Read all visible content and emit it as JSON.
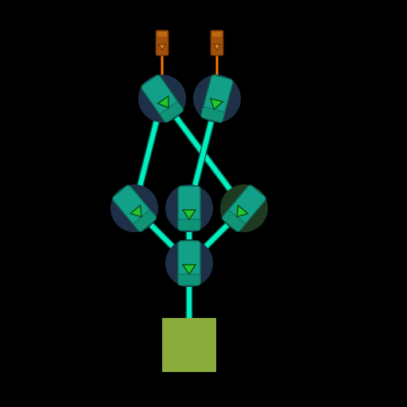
{
  "colors": {
    "background": "#000000",
    "pipe": "#00f0c0",
    "pipe_outline": "#0a5a4a",
    "source_pipe": "#ff7a00",
    "source_body": "#a0500a",
    "source_arrow": "#e08a20",
    "node_disc": "#1e3048",
    "node_disc_alt": "#1e3a20",
    "node_body": "#13a088",
    "node_body_edge": "#0b6a58",
    "node_arrow": "#22c830",
    "node_arrow_edge": "#0a5010",
    "sink": "#8aac3c"
  },
  "icons": {
    "source": "source-emitter-icon",
    "splitter": "splitter-node-icon",
    "sink": "sink-block-icon",
    "arrow": "triangle-arrow-icon"
  },
  "board": {
    "sources": [
      {
        "id": "source-left",
        "color_key": "source_body"
      },
      {
        "id": "source-right",
        "color_key": "source_body"
      }
    ],
    "nodes": [
      {
        "id": "node-top-left",
        "rotation": -35,
        "disc": "node_disc"
      },
      {
        "id": "node-top-right",
        "rotation": 15,
        "disc": "node_disc"
      },
      {
        "id": "node-mid-left",
        "rotation": -40,
        "disc": "node_disc"
      },
      {
        "id": "node-mid-center",
        "rotation": 0,
        "disc": "node_disc"
      },
      {
        "id": "node-mid-right",
        "rotation": 40,
        "disc": "node_disc_alt"
      },
      {
        "id": "node-bottom",
        "rotation": 0,
        "disc": "node_disc"
      }
    ],
    "sink": {
      "id": "sink-target"
    },
    "connections": [
      [
        "source-left",
        "node-top-left"
      ],
      [
        "source-right",
        "node-top-right"
      ],
      [
        "node-top-left",
        "node-mid-left"
      ],
      [
        "node-top-left",
        "node-mid-right"
      ],
      [
        "node-top-right",
        "node-mid-center"
      ],
      [
        "node-mid-left",
        "node-bottom"
      ],
      [
        "node-mid-center",
        "node-bottom"
      ],
      [
        "node-mid-right",
        "node-bottom"
      ],
      [
        "node-bottom",
        "sink-target"
      ]
    ]
  }
}
